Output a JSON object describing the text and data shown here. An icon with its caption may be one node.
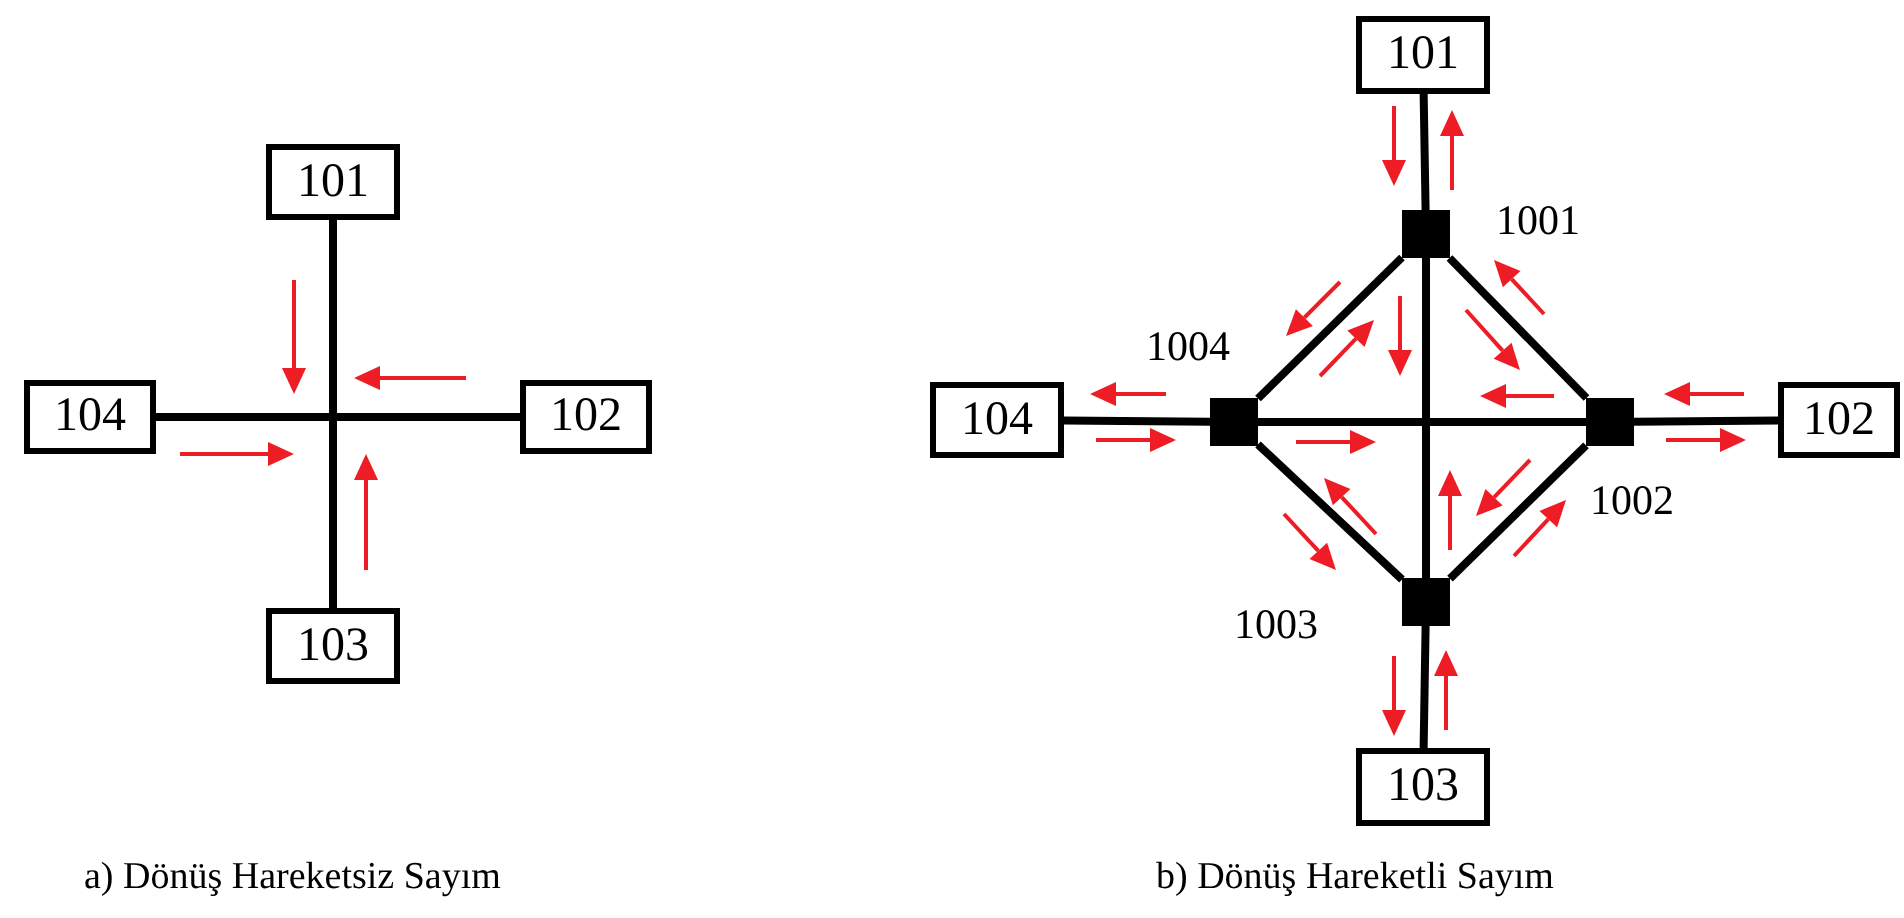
{
  "diagram": {
    "nodes": [
      {
        "text": [
          "101"
        ]
      },
      {
        "text": [
          "104"
        ]
      },
      {
        "text": [
          "102"
        ]
      },
      {
        "text": [
          "103"
        ]
      },
      {
        "text": [
          "101"
        ]
      },
      {
        "text": [],
        "shape": "box",
        "beside": [
          "1001"
        ]
      },
      {
        "text": [],
        "shape": "box",
        "beside": [
          "1004"
        ]
      },
      {
        "text": [],
        "shape": "box",
        "beside": [
          "1002"
        ]
      },
      {
        "text": [
          "104"
        ]
      },
      {
        "text": [
          "102"
        ]
      },
      {
        "text": [],
        "shape": "box",
        "beside": [
          "1003"
        ]
      },
      {
        "text": [
          "103"
        ]
      }
    ],
    "edges": [
      {
        "from": 0,
        "to": 3,
        "arrow": "none"
      },
      {
        "from": 1,
        "to": 2,
        "arrow": "none"
      },
      {
        "from": 4,
        "to": 5,
        "arrow": "none"
      },
      {
        "from": 6,
        "to": 8,
        "arrow": "none"
      },
      {
        "from": 7,
        "to": 9,
        "arrow": "none"
      },
      {
        "from": 10,
        "to": 11,
        "arrow": "none"
      },
      {
        "from": 5,
        "to": 7,
        "arrow": "none"
      },
      {
        "from": 7,
        "to": 10,
        "arrow": "none"
      },
      {
        "from": 10,
        "to": 6,
        "arrow": "none"
      },
      {
        "from": 6,
        "to": 5,
        "arrow": "none"
      },
      {
        "from": 5,
        "to": 10,
        "arrow": "none"
      },
      {
        "from": 6,
        "to": 7,
        "arrow": "none"
      }
    ],
    "labels": [
      "a) Dönüş Hareketsiz Sayım",
      "b) Dönüş Hareketli Sayım"
    ]
  }
}
